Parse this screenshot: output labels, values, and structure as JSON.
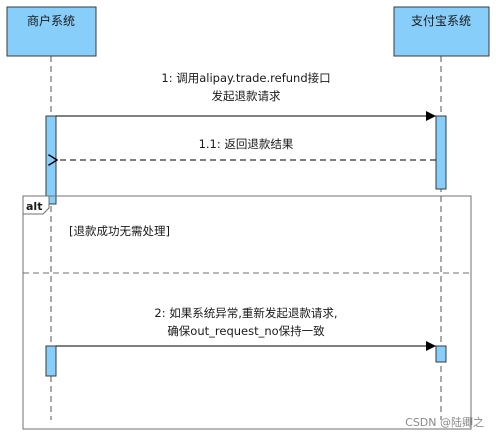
{
  "colors": {
    "participant_fill": "#87cefa",
    "participant_border": "#3a3a3a",
    "activation_fill": "#87cefa",
    "lifeline": "#555555",
    "arrow": "#000000",
    "frame": "#707070"
  },
  "participants": {
    "merchant": "商户系统",
    "alipay": "支付宝系统"
  },
  "messages": {
    "m1": {
      "lines": [
        "1: 调用alipay.trade.refund接口",
        "发起退款请求"
      ]
    },
    "m1_1": {
      "label": "1.1: 返回退款结果"
    },
    "m2": {
      "lines": [
        "2: 如果系统异常,重新发起退款请求,",
        "确保out_request_no保持一致"
      ]
    }
  },
  "alt_fragment": {
    "operator": "alt",
    "guard": "[退款成功无需处理]"
  },
  "watermark": "CSDN @陆卿之"
}
